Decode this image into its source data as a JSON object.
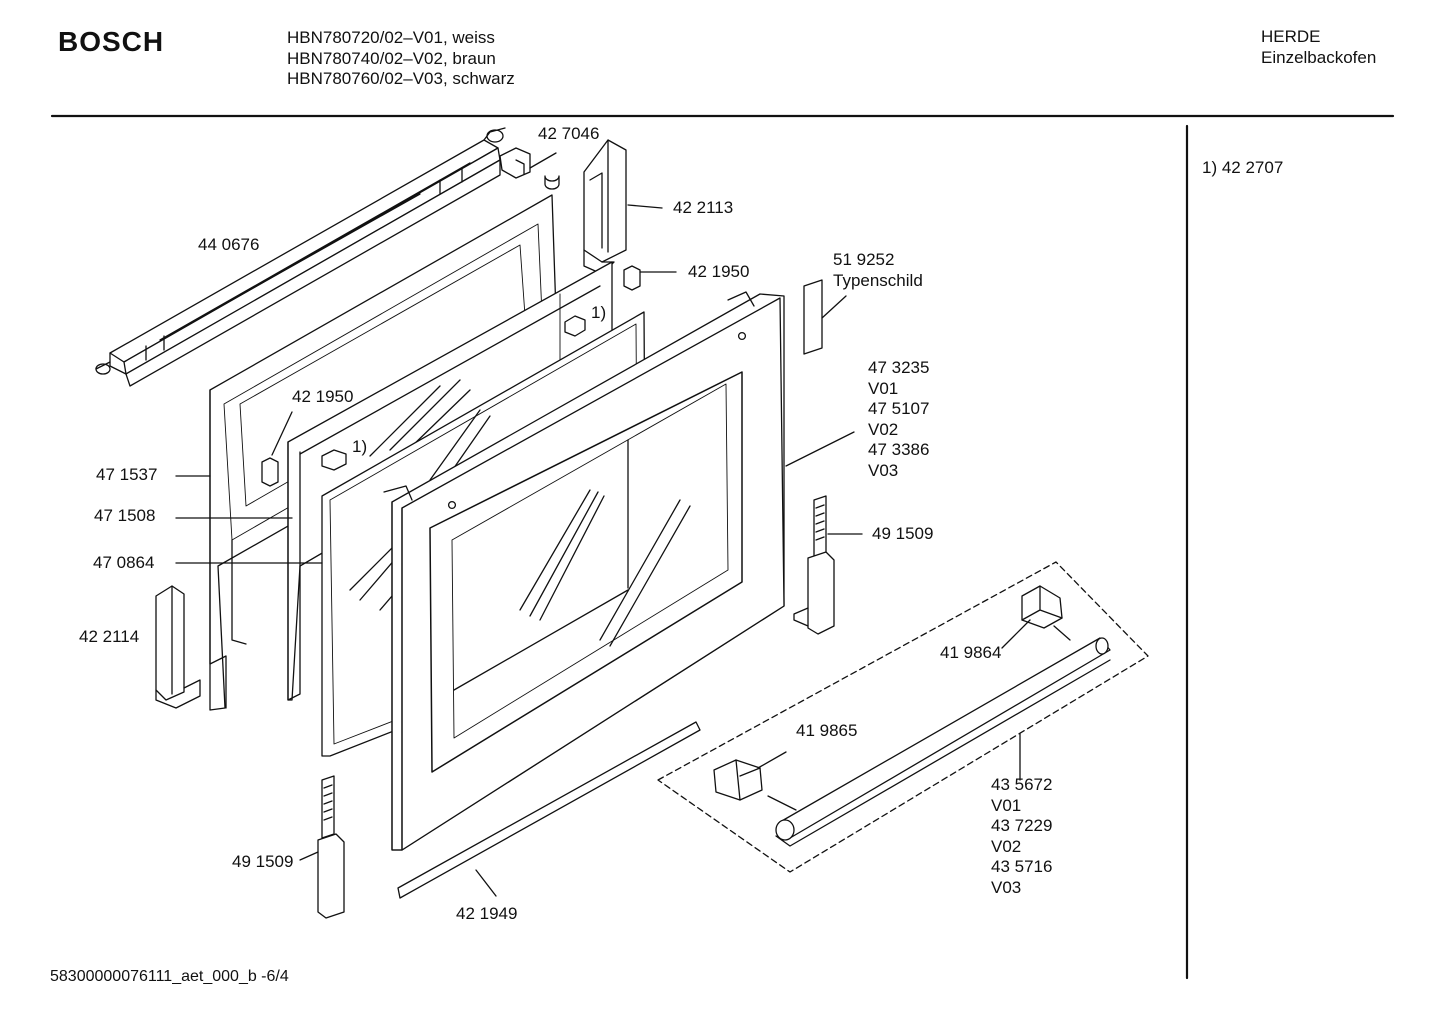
{
  "header": {
    "brand": "BOSCH",
    "models": [
      "HBN780720/02–V01, weiss",
      "HBN780740/02–V02, braun",
      "HBN780760/02–V03, schwarz"
    ],
    "category": "HERDE",
    "subcategory": "Einzelbackofen"
  },
  "notes": [
    "1) 42 2707"
  ],
  "parts": {
    "p427046": "42 7046",
    "p422113": "42 2113",
    "p440676": "44 0676",
    "p421950a": "42 1950",
    "p519252": "51 9252",
    "typenschild": "Typenschild",
    "note1a": "1)",
    "p421950b": "42 1950",
    "note1b": "1)",
    "p473235": [
      "47 3235",
      "V01",
      "47 5107",
      "V02",
      "47 3386",
      "V03"
    ],
    "p471537": "47 1537",
    "p471508": "47 1508",
    "p470864": "47 0864",
    "p491509a": "49 1509",
    "p422114": "42 2114",
    "p419864": "41 9864",
    "p419865": "41 9865",
    "p435672": [
      "43 5672",
      "V01",
      "43 7229",
      "V02",
      "43 5716",
      "V03"
    ],
    "p491509b": "49 1509",
    "p421949": "42 1949"
  },
  "footer": {
    "code": "58300000076111_aet_000_b  -6/4"
  }
}
